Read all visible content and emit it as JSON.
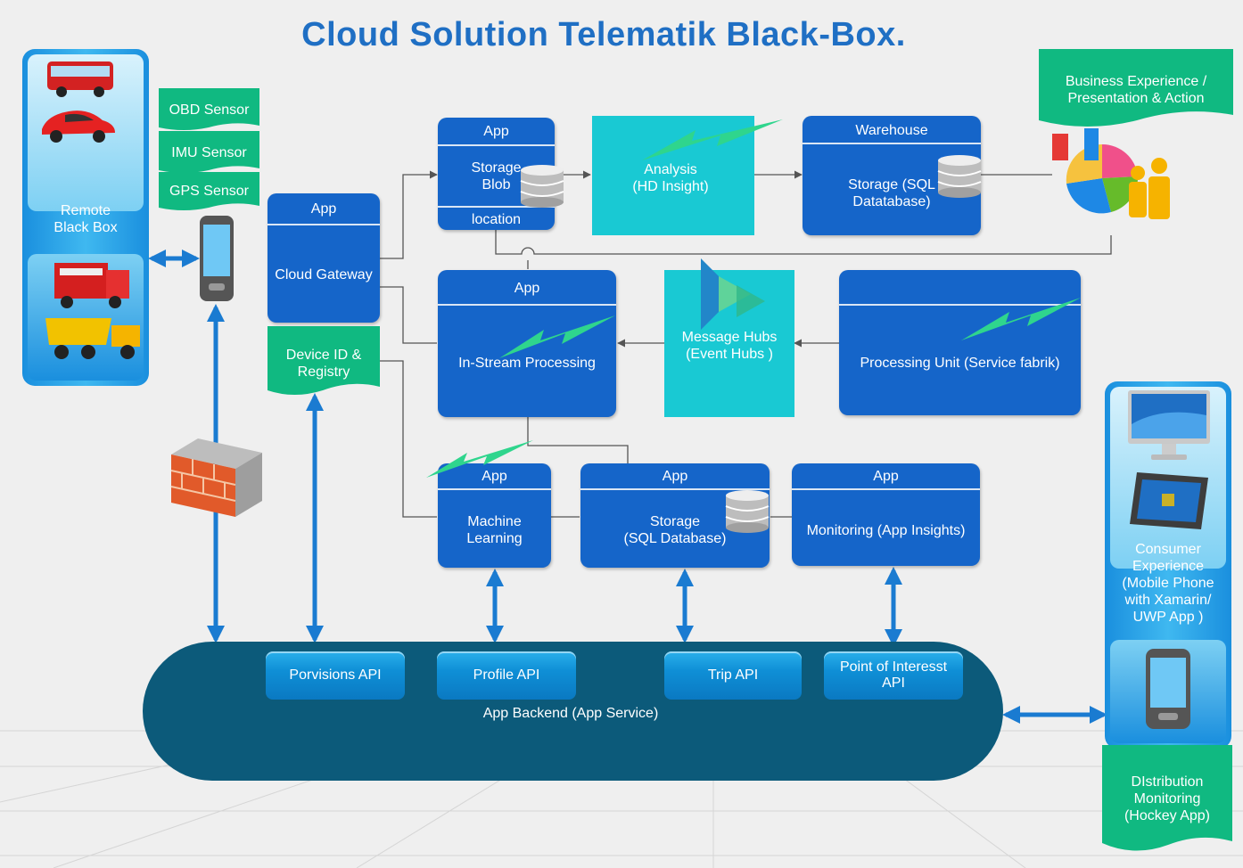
{
  "title": "Cloud Solution  Telematik Black-Box.",
  "remote": {
    "label_l1": "Remote",
    "label_l2": "Black Box"
  },
  "sensors": [
    "OBD Sensor",
    "IMU Sensor",
    "GPS Sensor"
  ],
  "gateway": {
    "header": "App",
    "body": "Cloud Gateway"
  },
  "device_registry": {
    "l1": "Device ID &",
    "l2": "Registry"
  },
  "storage_blob": {
    "header": "App",
    "l1": "Storage",
    "l2": "Blob",
    "footer": "location"
  },
  "analysis": {
    "l1": "Analysis",
    "l2": "(HD Insight)"
  },
  "warehouse": {
    "header": "Warehouse",
    "l1": "Storage (SQL",
    "l2": "Datatabase)"
  },
  "business": {
    "l1": "Business Experience /",
    "l2": "Presentation & Action"
  },
  "instream": {
    "header": "App",
    "body": "In-Stream  Processing"
  },
  "message_hubs": {
    "l1": "Message Hubs",
    "l2": "(Event  Hubs )"
  },
  "processing_unit": {
    "body": "Processing Unit (Service  fabrik)"
  },
  "machine_learning": {
    "header": "App",
    "l1": "Machine",
    "l2": "Learning"
  },
  "sql_storage": {
    "header": "App",
    "l1": "Storage",
    "l2": "(SQL Database)"
  },
  "monitoring": {
    "header": "App",
    "body": "Monitoring  (App Insights)"
  },
  "consumer": {
    "l1": "Consumer",
    "l2": "Experience",
    "l3": "(Mobile Phone",
    "l4": "with Xamarin/",
    "l5": "UWP App )"
  },
  "distribution": {
    "l1": "DIstribution",
    "l2": "Monitoring",
    "l3": "(Hockey App)"
  },
  "backend": {
    "label": "App Backend (App Service)",
    "apis": [
      {
        "l1": "Porvisions   API"
      },
      {
        "l1": "Profile API"
      },
      {
        "l1": "Trip API"
      },
      {
        "l1": "Point of Interesst",
        "l2": "API"
      }
    ]
  },
  "colors": {
    "title": "#1f6fc4",
    "card": "#1565c9",
    "teal": "#19c9d3",
    "backend": "#0c5a7a",
    "sensor_tag": "#10b981",
    "lightning": "#2fd58d"
  }
}
